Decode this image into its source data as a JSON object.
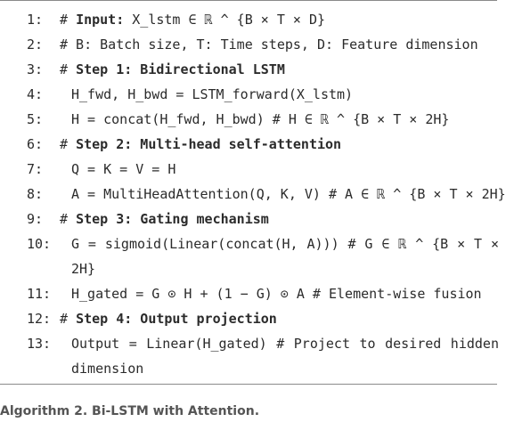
{
  "algorithm": {
    "lines": [
      {
        "num": "1:",
        "prefix": "# ",
        "bold": "Input:",
        "rest": " X_lstm ∈ ℝ ^ {B × T × D}"
      },
      {
        "num": "2:",
        "text": "# B: Batch size, T: Time steps, D: Feature dimension"
      },
      {
        "num": "3:",
        "prefix": "# ",
        "bold": "Step 1: Bidirectional LSTM",
        "rest": ""
      },
      {
        "num": "4:",
        "text": "H_fwd, H_bwd = LSTM_forward(X_lstm)"
      },
      {
        "num": "5:",
        "text": "H = concat(H_fwd, H_bwd) # H ∈ ℝ ^ {B × T × 2H}"
      },
      {
        "num": "6:",
        "prefix": "# ",
        "bold": "Step 2: Multi-head self-attention",
        "rest": ""
      },
      {
        "num": "7:",
        "text": "Q = K = V = H"
      },
      {
        "num": "8:",
        "text": "A = MultiHeadAttention(Q, K, V) # A ∈ ℝ ^ {B × T × 2H}"
      },
      {
        "num": "9:",
        "prefix": "# ",
        "bold": "Step 3: Gating mechanism",
        "rest": ""
      },
      {
        "num": "10:",
        "text": "G = sigmoid(Linear(concat(H, A))) # G ∈ ℝ ^ {B × T × 2H}"
      },
      {
        "num": "11:",
        "text": "H_gated = G ⊙ H + (1 − G) ⊙ A # Element-wise fusion"
      },
      {
        "num": "12:",
        "prefix": "# ",
        "bold": "Step 4: Output projection",
        "rest": ""
      },
      {
        "num": "13:",
        "text": "Output = Linear(H_gated) # Project to desired hidden dimension"
      }
    ]
  },
  "caption": "Algorithm 2. Bi-LSTM with Attention."
}
